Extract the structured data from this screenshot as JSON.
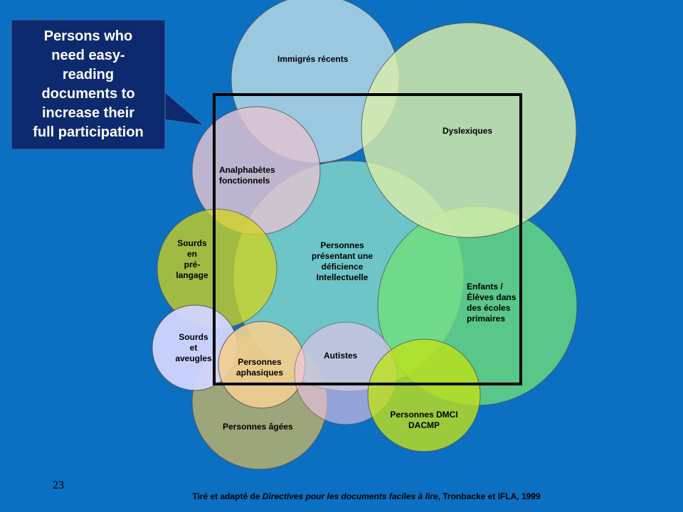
{
  "callout": {
    "lines": [
      "Persons who",
      "need easy-",
      "reading",
      "documents to",
      "increase their",
      "full participation"
    ]
  },
  "circles": {
    "immigres": "Immigrés récents",
    "dyslexiques": "Dyslexiques",
    "analphabetes": [
      "Analphabètes",
      "fonctionnels"
    ],
    "deficience": [
      "Personnes",
      "présentant une",
      "déficience",
      "Intellectuelle"
    ],
    "sourds_prelangage": [
      "Sourds",
      "en",
      "pré-",
      "langage"
    ],
    "enfants": [
      "Enfants /",
      "Élèves dans",
      "des écoles",
      "primaires"
    ],
    "sourds_aveugles": [
      "Sourds",
      "et",
      "aveugles"
    ],
    "aphasiques": [
      "Personnes",
      "aphasiques"
    ],
    "autistes": "Autistes",
    "dmci": [
      "Personnes DMCI",
      "DACMP"
    ],
    "agees": "Personnes âgées"
  },
  "footer": {
    "page_number": "23",
    "source_prefix": "Tiré et adapté de ",
    "source_title": "Directives pour les documents faciles à lire",
    "source_suffix": ", Tronbacke et IFLA, 1999"
  },
  "colors": {
    "background": "#0b6fc2",
    "callout": "#0d2a6e",
    "frame": "#000000"
  }
}
